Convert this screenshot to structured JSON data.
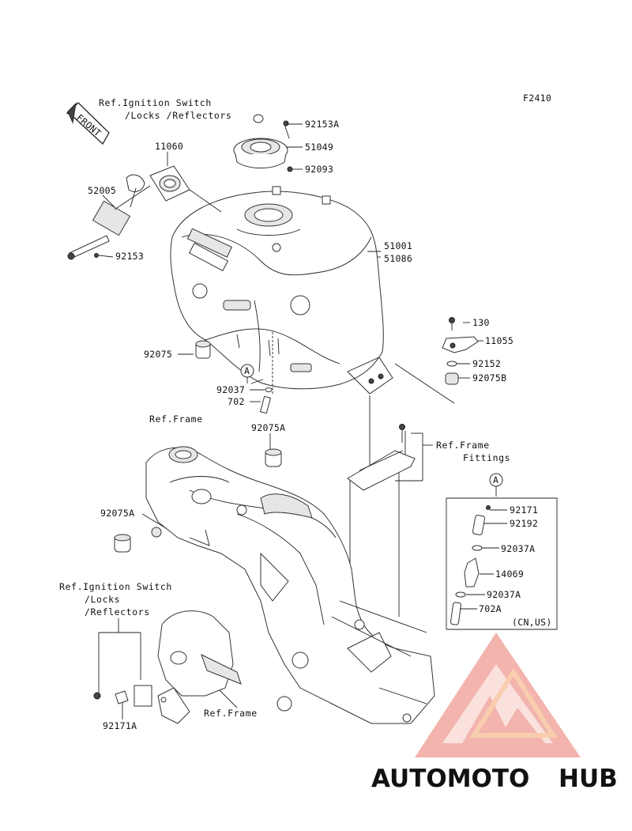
{
  "figure_code": "F2410",
  "front_label": "FRONT",
  "parts": {
    "p92153A": "92153A",
    "p51049": "51049",
    "p92093": "92093",
    "p11060": "11060",
    "p52005": "52005",
    "p92153": "92153",
    "p51001": "51001",
    "p51086": "51086",
    "p92075": "92075",
    "p130": "130",
    "p11055": "11055",
    "p92152": "92152",
    "p92075B": "92075B",
    "p92037": "92037",
    "p702": "702",
    "p92075A_1": "92075A",
    "p92075A_2": "92075A",
    "p92171": "92171",
    "p92192": "92192",
    "p92037A_1": "92037A",
    "p14069": "14069",
    "p92037A_2": "92037A",
    "p702A": "702A",
    "p92171A": "92171A"
  },
  "refs": {
    "ignition_top_1": "Ref.Ignition Switch",
    "ignition_top_2": "/Locks /Reflectors",
    "frame_1": "Ref.Frame",
    "frame_fittings_1": "Ref.Frame",
    "frame_fittings_2": "Fittings",
    "ignition_bottom_1": "Ref.Ignition Switch",
    "ignition_bottom_2": "/Locks",
    "ignition_bottom_3": "/Reflectors",
    "frame_2": "Ref.Frame"
  },
  "marker_A": "A",
  "region_note": "(CN,US)",
  "watermark": {
    "part1": "AUTOMOTO",
    "part2": "HUB",
    "color_main": "#e9382f",
    "color_second": "#a8a8a8",
    "color_accent": "#f6c08a"
  }
}
